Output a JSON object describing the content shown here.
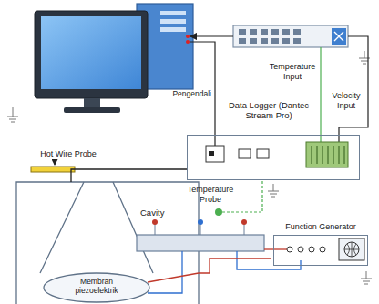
{
  "diagram": {
    "nodes": [
      {
        "text": [
          "Data Logger (Dantec Stream Pro)"
        ]
      },
      {
        "text": [
          "Cavity"
        ]
      },
      {
        "text": [
          "Function Generator"
        ]
      }
    ],
    "edges": [
      {
        "from": 1,
        "to": 0,
        "arrow": "none"
      },
      {
        "from": 2,
        "to": 1,
        "arrow": "none"
      }
    ],
    "labels": [
      "Pengendali",
      "Temperature Input",
      "Velocity Input",
      "Hot Wire Probe",
      "Temperature Probe",
      "Membran piezoelektrik"
    ]
  }
}
